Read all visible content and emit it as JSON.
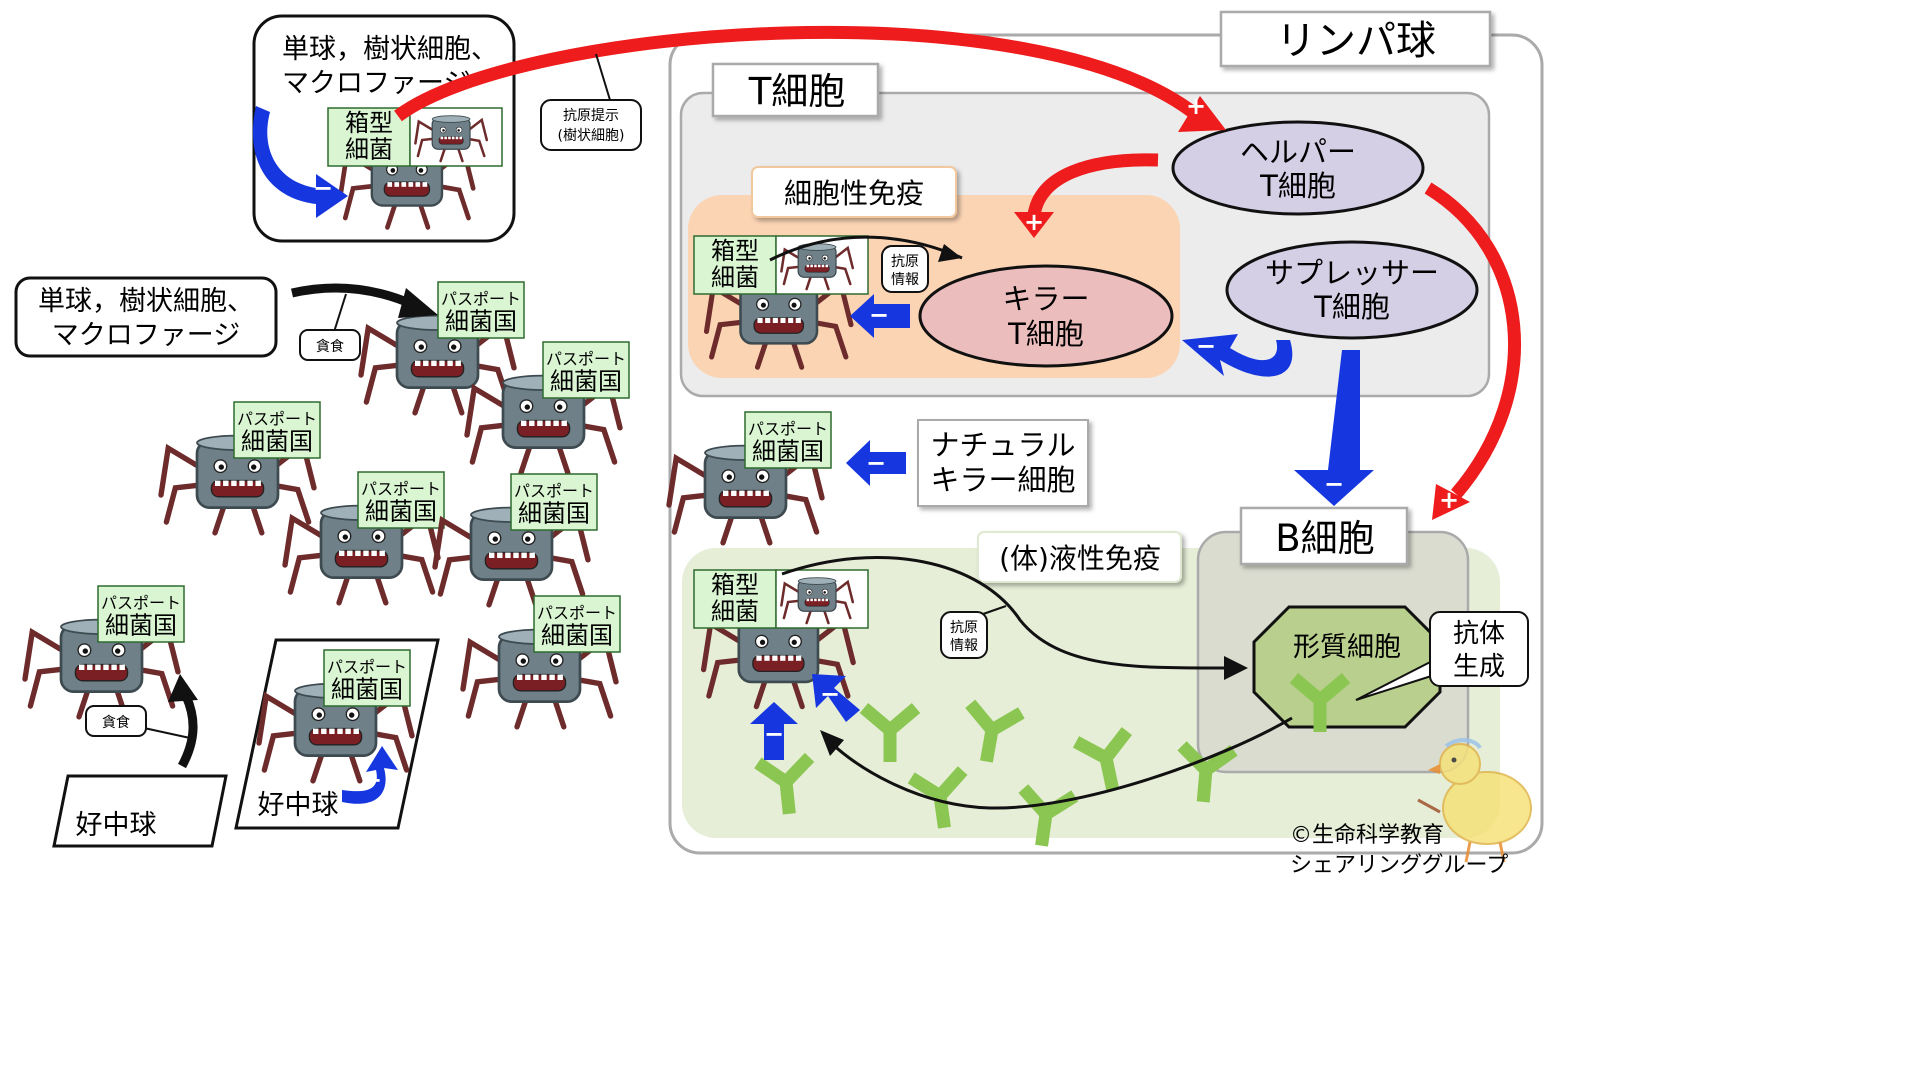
{
  "lymphocyte": {
    "title": "リンパ球"
  },
  "t_cell": {
    "title": "T細胞"
  },
  "cellular_immunity": {
    "label": "細胞性免疫"
  },
  "humoral_immunity": {
    "label": "(体)液性免疫"
  },
  "helper_t": {
    "line1": "ヘルパー",
    "line2": "T細胞"
  },
  "suppressor_t": {
    "line1": "サプレッサー",
    "line2": "T細胞"
  },
  "killer_t": {
    "line1": "キラー",
    "line2": "T細胞"
  },
  "nk_cell": {
    "line1": "ナチュラル",
    "line2": "キラー細胞"
  },
  "b_cell": {
    "title": "B細胞"
  },
  "plasma_cell": {
    "label": "形質細胞"
  },
  "antibody_note": {
    "line1": "抗体",
    "line2": "生成"
  },
  "monocyte_top": {
    "line1": "単球，樹状細胞、",
    "line2": "マクロファージ"
  },
  "monocyte_mid": {
    "line1": "単球，樹状細胞、",
    "line2": "マクロファージ"
  },
  "neutrophil_bottom": {
    "label": "好中球"
  },
  "neutrophil_mid": {
    "label": "好中球"
  },
  "boxed_bacteria": {
    "line1": "箱型",
    "line2": "細菌"
  },
  "passport": {
    "line1": "パスポート",
    "line2": "細菌国"
  },
  "callouts": {
    "antigen_presentation_line1": "抗原提示",
    "antigen_presentation_line2": "(樹状細胞)",
    "phagocytosis": "貪食",
    "antigen_info_line1": "抗原",
    "antigen_info_line2": "情報"
  },
  "signs": {
    "plus": "+",
    "minus": "−"
  },
  "copyright": {
    "line1": "©生命科学教育",
    "line2": "シェアリンググループ"
  },
  "colors": {
    "activation_arrow": "#ee1c1c",
    "suppression_arrow": "#1637e0",
    "helper_fill": "#d5cfe6",
    "killer_fill": "#ecbdbd",
    "cellular_bg": "#fbd4b4",
    "humoral_bg": "#e6eed7",
    "tcell_bg": "#ececec",
    "bcell_bg": "#d9dccf",
    "plasma_fill": "#b9cf8d",
    "antibody": "#8cc652",
    "label_green": "#d9f5d2"
  },
  "icons": {
    "bacterium": "bacterium-icon",
    "antibody": "antibody-icon",
    "chick": "chick-icon"
  }
}
